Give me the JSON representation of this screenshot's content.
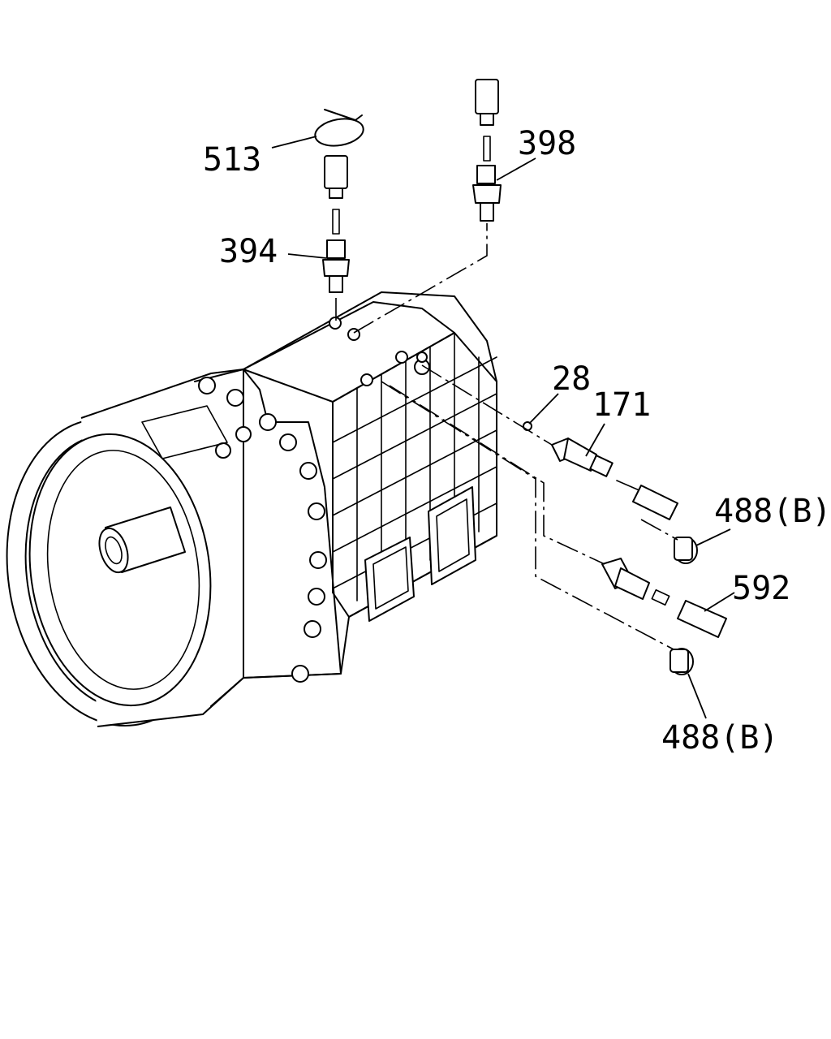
{
  "callouts": {
    "c513": "513",
    "c398": "398",
    "c394": "394",
    "c28": "28",
    "c171": "171",
    "c488_upper": "488(B)",
    "c592": "592",
    "c488_lower": "488(B)"
  }
}
